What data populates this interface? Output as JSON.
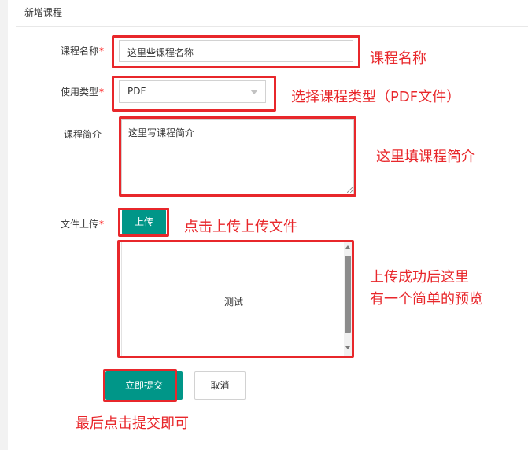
{
  "header": {
    "title": "新增课程"
  },
  "form": {
    "course_name": {
      "label": "课程名称",
      "required_mark": "*",
      "value": "这里些课程名称"
    },
    "use_type": {
      "label": "使用类型",
      "required_mark": "*",
      "selected": "PDF"
    },
    "summary": {
      "label": "课程简介",
      "value": "这里写课程简介"
    },
    "upload": {
      "label": "文件上传",
      "required_mark": "*",
      "button_label": "上传"
    },
    "preview": {
      "text": "测试"
    },
    "submit_label": "立即提交",
    "cancel_label": "取消"
  },
  "annotations": {
    "name_note": "课程名称",
    "type_note": "选择课程类型（PDF文件）",
    "summary_note": "这里填课程简介",
    "upload_note": "点击上传上传文件",
    "preview_note_line1": "上传成功后这里",
    "preview_note_line2": "有一个简单的预览",
    "submit_note": "最后点击提交即可"
  },
  "colors": {
    "accent": "#009688",
    "annotation_red": "#e8272b",
    "required_red": "#ff0000"
  }
}
